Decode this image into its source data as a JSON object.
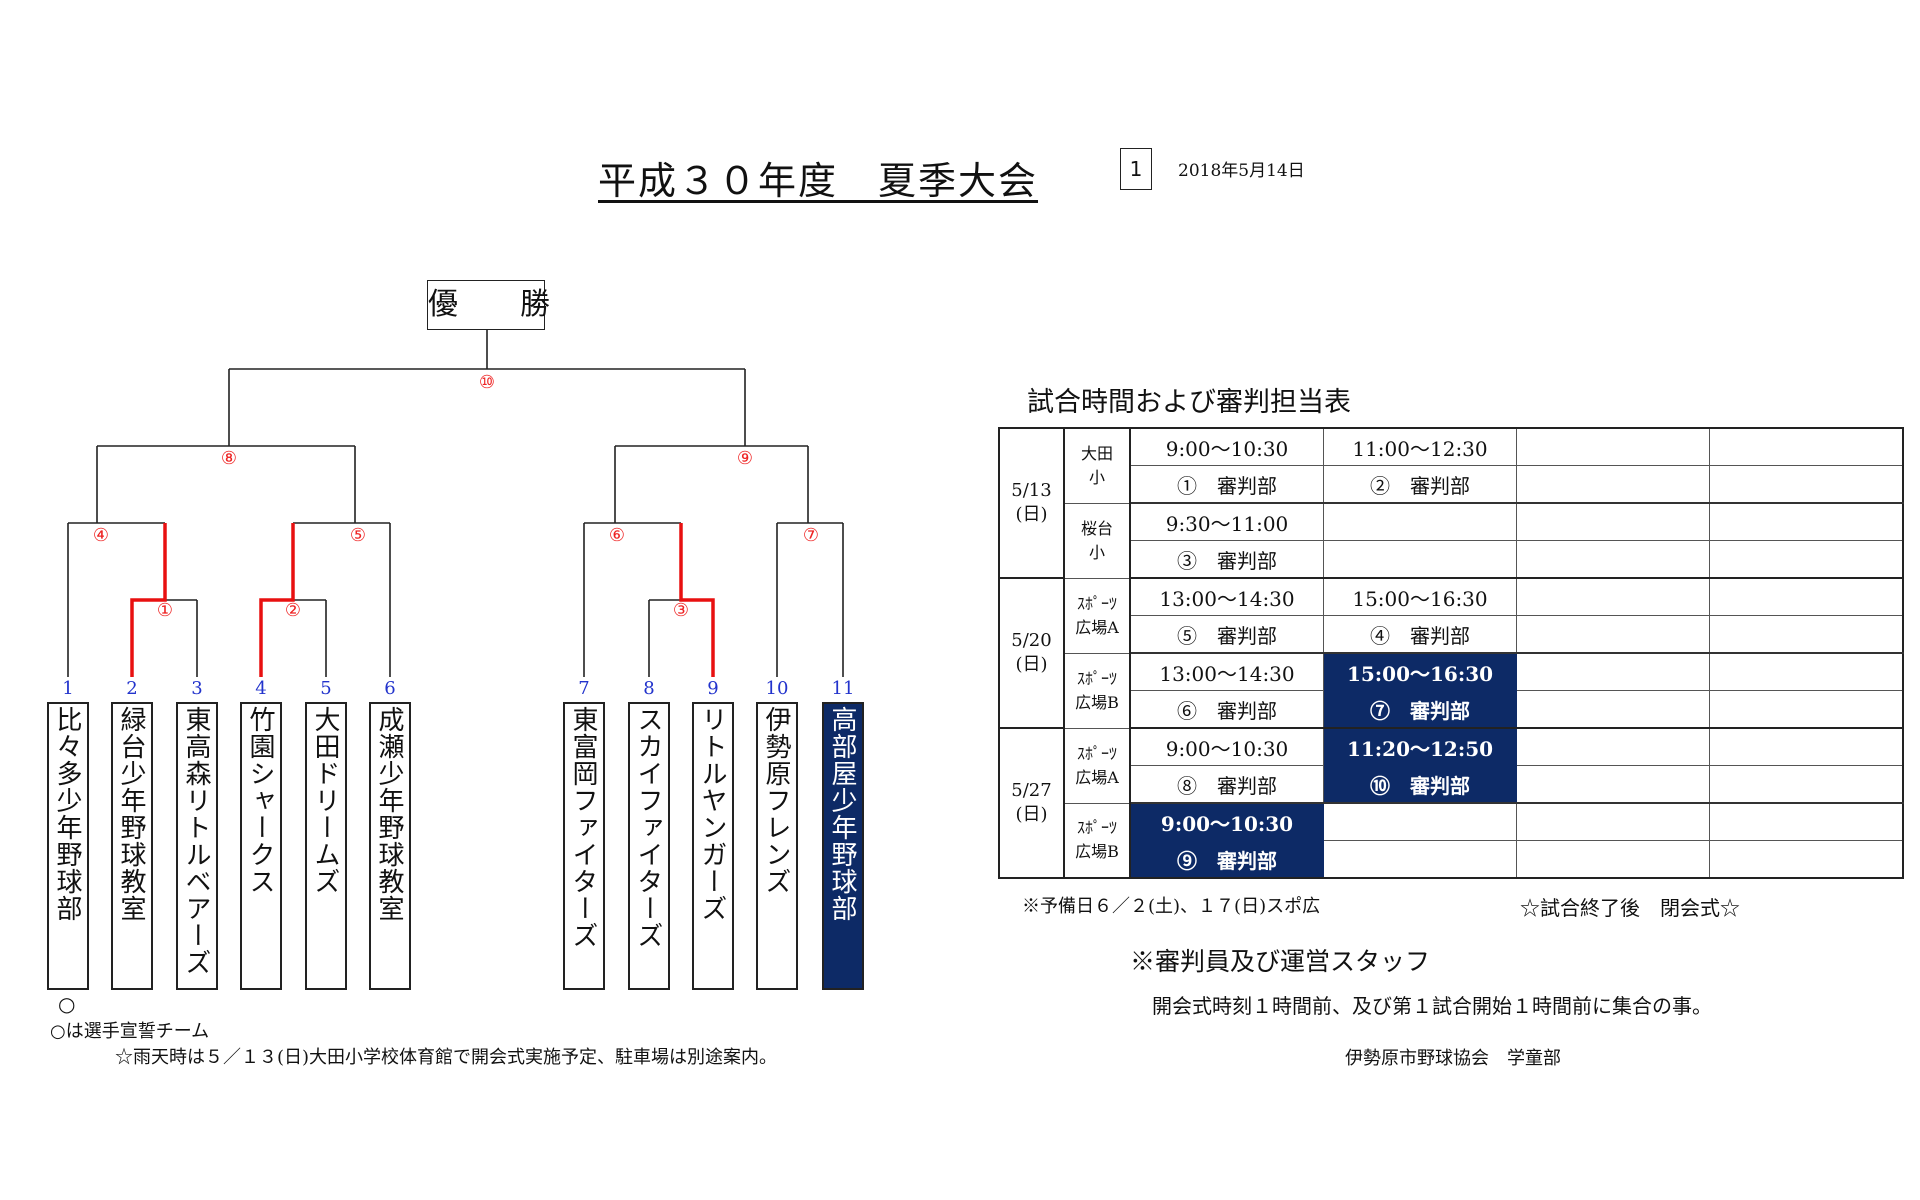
{
  "header": {
    "title": "平成３０年度　夏季大会",
    "page_number": "1",
    "date": "2018年5月14日"
  },
  "bracket": {
    "champion_label": "優　勝",
    "matches": [
      "①",
      "②",
      "③",
      "④",
      "⑤",
      "⑥",
      "⑦",
      "⑧",
      "⑨",
      "⑩"
    ],
    "teams": [
      {
        "no": "1",
        "name": "比々多少年野球部",
        "highlight": false
      },
      {
        "no": "2",
        "name": "緑台少年野球教室",
        "highlight": false
      },
      {
        "no": "3",
        "name": "東高森リトルベアーズ",
        "highlight": false
      },
      {
        "no": "4",
        "name": "竹園シャークス",
        "highlight": false
      },
      {
        "no": "5",
        "name": "大田ドリームズ",
        "highlight": false
      },
      {
        "no": "6",
        "name": "成瀬少年野球教室",
        "highlight": false
      },
      {
        "no": "7",
        "name": "東富岡ファイターズ",
        "highlight": false
      },
      {
        "no": "8",
        "name": "スカイファイターズ",
        "highlight": false
      },
      {
        "no": "9",
        "name": "リトルヤンガーズ",
        "highlight": false
      },
      {
        "no": "10",
        "name": "伊勢原フレンズ",
        "highlight": false
      },
      {
        "no": "11",
        "name": "高部屋少年野球部",
        "highlight": true
      }
    ],
    "oath_marker": "○",
    "oath_note": "○は選手宣誓チーム",
    "rain_note": "☆雨天時は５／１３(日)大田小学校体育館で開会式実施予定、駐車場は別途案内。"
  },
  "schedule": {
    "title": "試合時間および審判担当表",
    "days": [
      {
        "date": "5/13\n(日)",
        "venues": [
          {
            "name": "大田\n小",
            "slots": [
              {
                "time": "9:00～10:30",
                "duty": "①　審判部",
                "highlight": false
              },
              {
                "time": "11:00～12:30",
                "duty": "②　審判部",
                "highlight": false
              }
            ]
          },
          {
            "name": "桜台\n小",
            "slots": [
              {
                "time": "9:30～11:00",
                "duty": "③　審判部",
                "highlight": false
              }
            ]
          }
        ]
      },
      {
        "date": "5/20\n(日)",
        "venues": [
          {
            "name": "ｽﾎﾟｰﾂ\n広場A",
            "slots": [
              {
                "time": "13:00～14:30",
                "duty": "⑤　審判部",
                "highlight": false
              },
              {
                "time": "15:00～16:30",
                "duty": "④　審判部",
                "highlight": false
              }
            ]
          },
          {
            "name": "ｽﾎﾟｰﾂ\n広場B",
            "slots": [
              {
                "time": "13:00～14:30",
                "duty": "⑥　審判部",
                "highlight": false
              },
              {
                "time": "15:00～16:30",
                "duty": "⑦　審判部",
                "highlight": true
              }
            ]
          }
        ]
      },
      {
        "date": "5/27\n(日)",
        "venues": [
          {
            "name": "ｽﾎﾟｰﾂ\n広場A",
            "slots": [
              {
                "time": "9:00～10:30",
                "duty": "⑧　審判部",
                "highlight": false
              },
              {
                "time": "11:20～12:50",
                "duty": "⑩　審判部",
                "highlight": true
              }
            ]
          },
          {
            "name": "ｽﾎﾟｰﾂ\n広場B",
            "slots": [
              {
                "time": "9:00～10:30",
                "duty": "⑨　審判部",
                "highlight": true
              }
            ]
          }
        ]
      }
    ],
    "reserve_note": "※予備日６／２(土)、１７(日)スポ広",
    "closing_note": "☆試合終了後　閉会式☆",
    "staff_heading": "※審判員及び運営スタッフ",
    "staff_note": "開会式時刻１時間前、及び第１試合開始１時間前に集合の事。",
    "organizer": "伊勢原市野球協会　学童部"
  },
  "colors": {
    "highlight": "#0d2a66",
    "winner_line": "#e81010",
    "match_label": "#e22222",
    "team_number": "#2233cc"
  }
}
